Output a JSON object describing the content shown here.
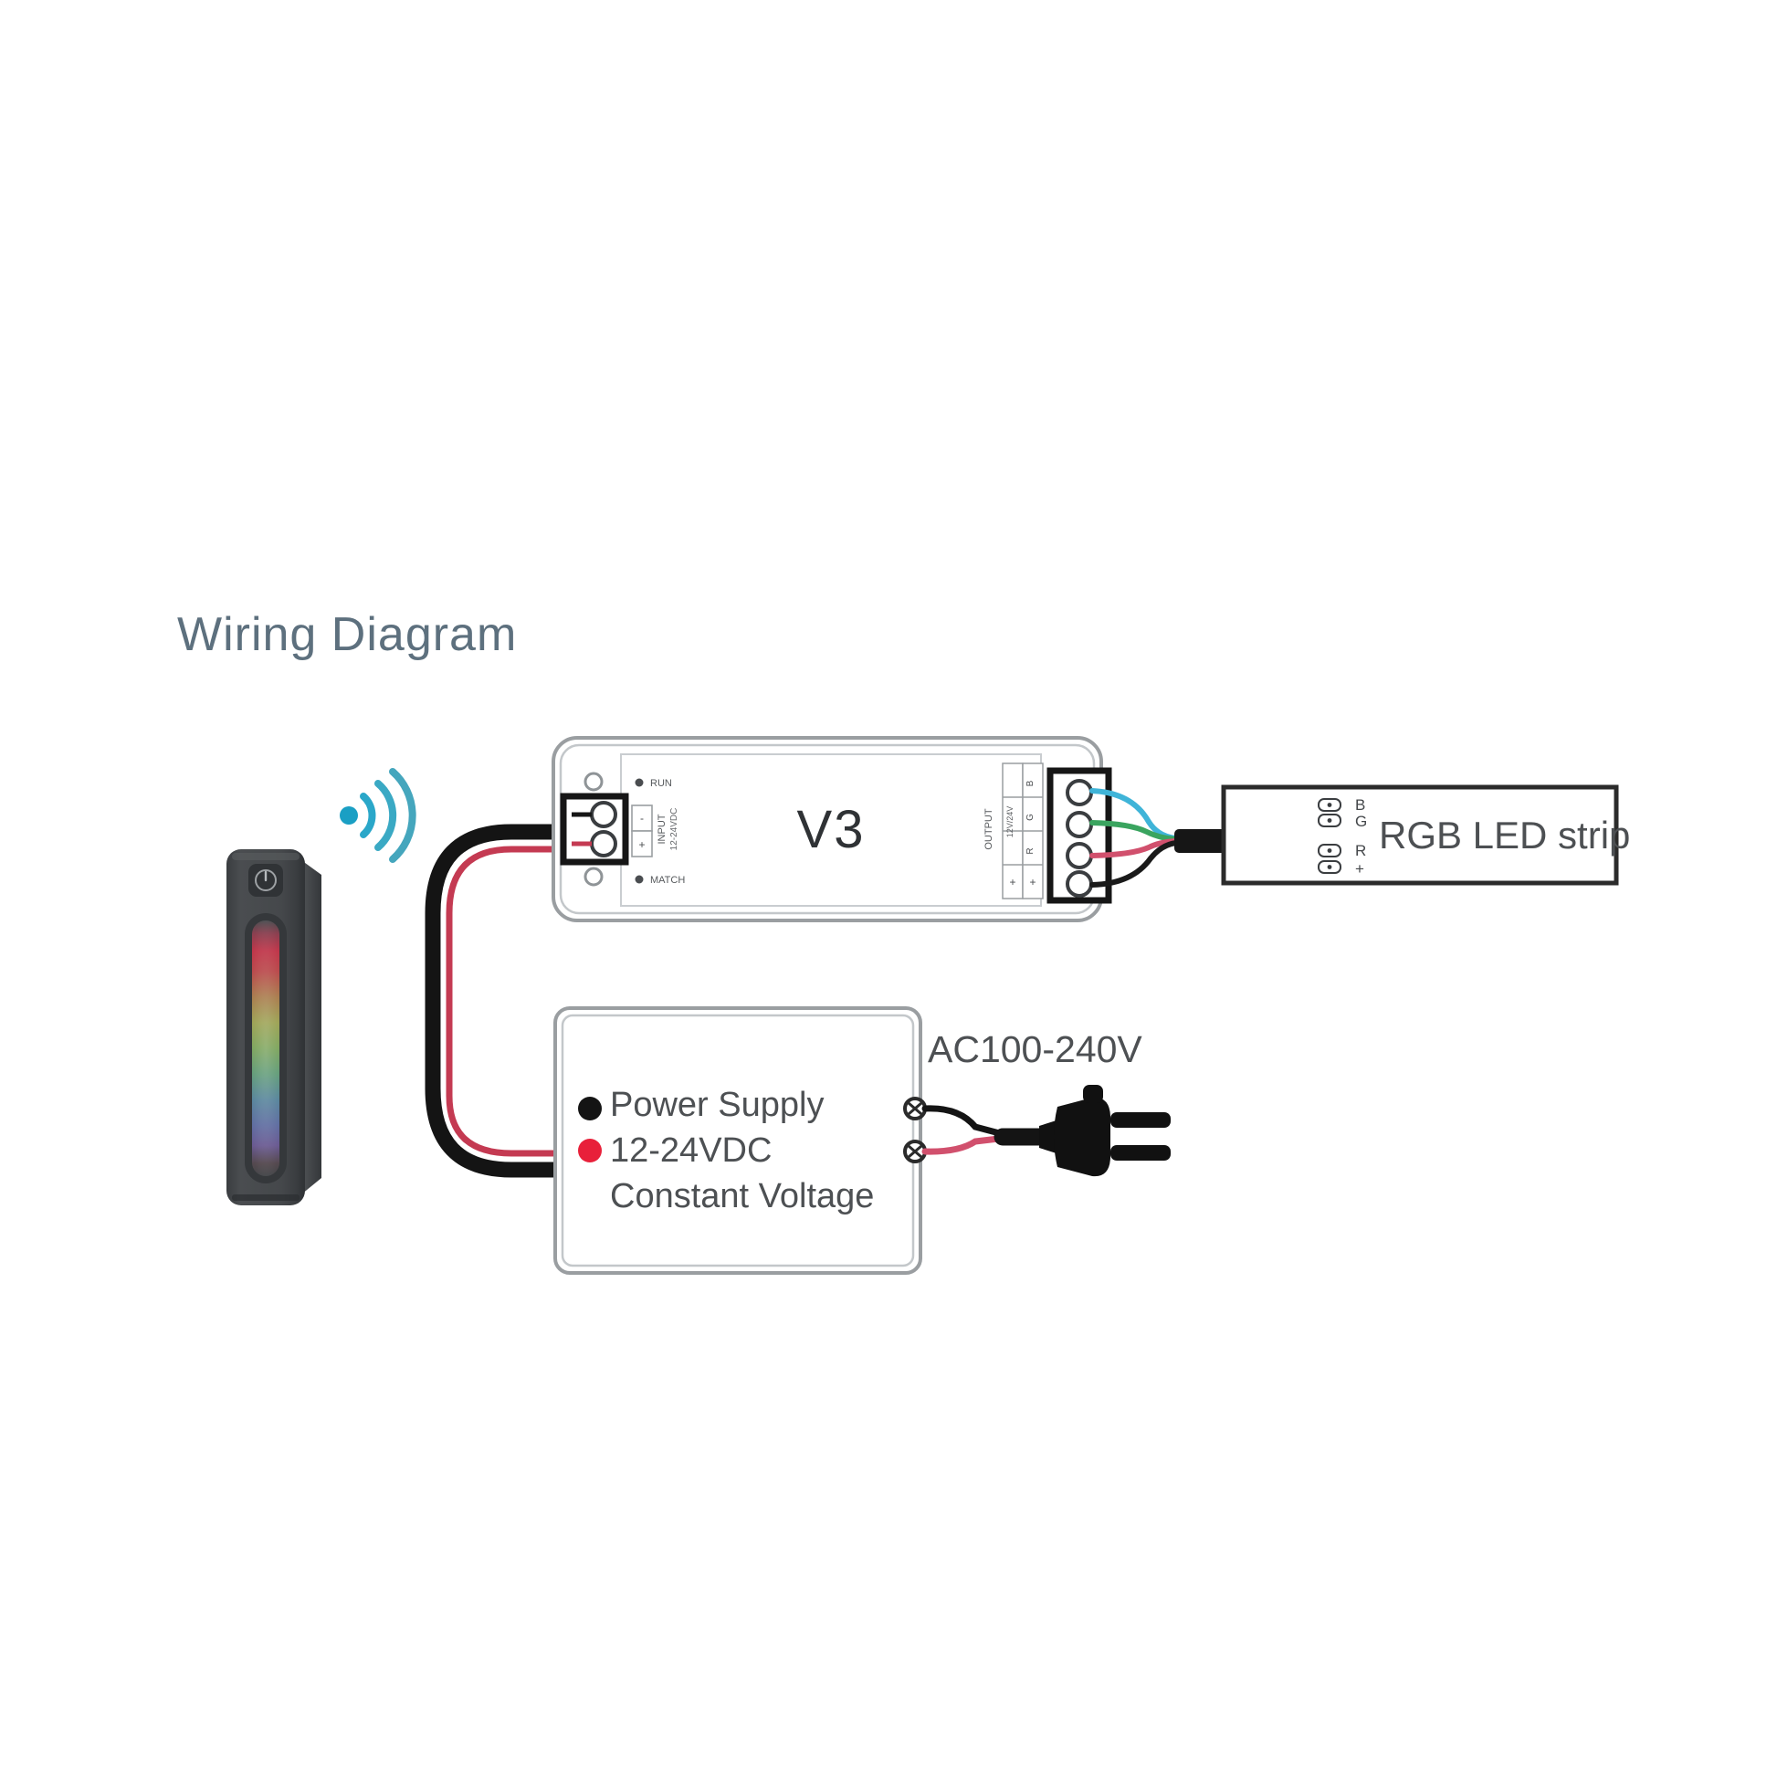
{
  "page": {
    "background_color": "#ffffff",
    "title": "Wiring Diagram",
    "title_color": "#5a6b78"
  },
  "remote": {
    "name": "RGB touch remote control",
    "body_color": "#44474a",
    "power_icon": "power-icon",
    "touch_strip": "rainbow-gradient-slider"
  },
  "wireless": {
    "icon": "wireless-signal-icon",
    "color": "#18a7c8"
  },
  "controller": {
    "model_label": "V3",
    "indicator_run": "RUN",
    "indicator_match": "MATCH",
    "input_label": "INPUT",
    "input_voltage": "12-24VDC",
    "input_terminals": [
      "-",
      "+"
    ],
    "output_label": "OUTPUT",
    "output_voltage": "12V/24V",
    "output_channels": [
      "R",
      "G",
      "B"
    ],
    "output_common": [
      "+",
      "+"
    ],
    "body_color": "#ffffff",
    "outline_color": "#8d9194"
  },
  "led_strip": {
    "label": "RGB LED strip",
    "pads": [
      "B",
      "G",
      "R",
      "+"
    ],
    "wire_colors": [
      "#3fb4d8",
      "#3aa45f",
      "#d1506d",
      "#1a1a1a"
    ],
    "outline_color": "#2b2b2b"
  },
  "power_supply": {
    "line1": "Power Supply",
    "line2": "12-24VDC",
    "line3": "Constant Voltage",
    "terminal_negative_color": "#1a1a1a",
    "terminal_positive_color": "#e8203a",
    "outline_color": "#8d9194"
  },
  "mains": {
    "label": "AC100-240V",
    "plug_icon": "ac-plug-icon",
    "plug_color": "#111111",
    "live_wire_color": "#1a1a1a",
    "neutral_wire_color": "#d1506d"
  },
  "wiring": {
    "dc_cable_color": "#111111",
    "dc_positive_color": "#c43a52"
  }
}
